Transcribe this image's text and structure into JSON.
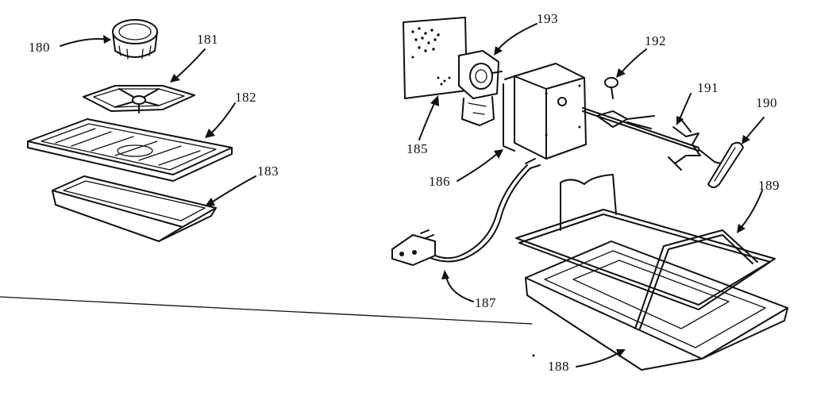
{
  "diagram": {
    "parts": [
      {
        "key": "knob",
        "label": "180"
      },
      {
        "key": "grate",
        "label": "181"
      },
      {
        "key": "broiler-grid",
        "label": "182"
      },
      {
        "key": "drip-pan",
        "label": "183"
      },
      {
        "key": "motor-cover-plate",
        "label": "185"
      },
      {
        "key": "motor-bracket",
        "label": "186"
      },
      {
        "key": "power-cord",
        "label": "187"
      },
      {
        "key": "roasting-pan",
        "label": "188"
      },
      {
        "key": "wire-rack",
        "label": "189"
      },
      {
        "key": "spit-handle",
        "label": "190"
      },
      {
        "key": "spit-fork",
        "label": "191"
      },
      {
        "key": "thumb-screw",
        "label": "192"
      },
      {
        "key": "rotisserie-motor",
        "label": "193"
      }
    ]
  }
}
